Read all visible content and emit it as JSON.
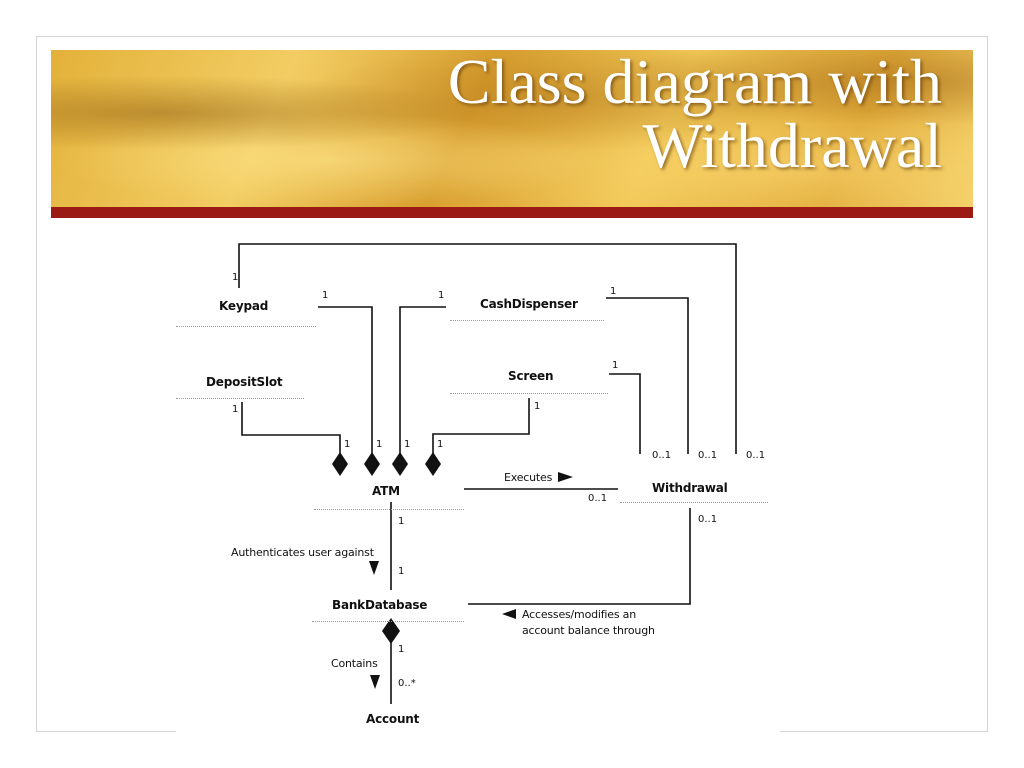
{
  "slide": {
    "title_line1": "Class diagram with",
    "title_line2": "Withdrawal"
  },
  "diagram": {
    "classes": {
      "keypad": "Keypad",
      "deposit_slot": "DepositSlot",
      "cash_dispenser": "CashDispenser",
      "screen": "Screen",
      "atm": "ATM",
      "withdrawal": "Withdrawal",
      "bank_database": "BankDatabase",
      "account": "Account"
    },
    "labels": {
      "executes": "Executes",
      "authenticates": "Authenticates user against",
      "accesses_line1": "Accesses/modifies an",
      "accesses_line2": "account balance through",
      "contains": "Contains"
    },
    "multiplicities": {
      "keypad_top": "1",
      "keypad_right": "1",
      "cash_left": "1",
      "cash_right": "1",
      "screen_right": "1",
      "screen_bottom": "1",
      "deposit_bottom": "1",
      "atm_d1": "1",
      "atm_d2": "1",
      "atm_d3": "1",
      "atm_d4": "1",
      "withdrawal_left": "0..1",
      "withdrawal_top1": "0..1",
      "withdrawal_top2": "0..1",
      "withdrawal_top3": "0..1",
      "withdrawal_bottom": "0..1",
      "atm_bottom": "1",
      "bankdb_top": "1",
      "bankdb_bottom": "1",
      "account_top": "0..*"
    }
  }
}
